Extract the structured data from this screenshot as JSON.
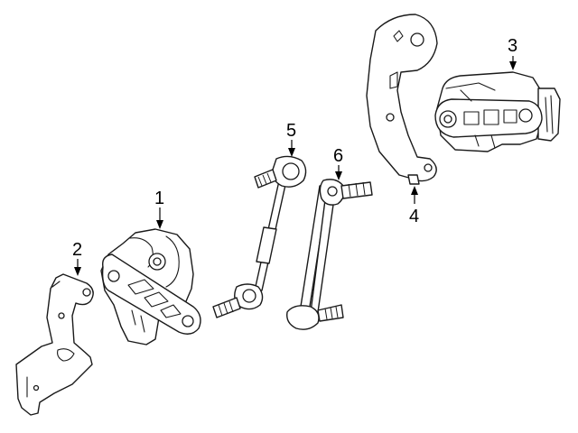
{
  "callouts": [
    {
      "id": "1",
      "label": "1"
    },
    {
      "id": "2",
      "label": "2"
    },
    {
      "id": "3",
      "label": "3"
    },
    {
      "id": "4",
      "label": "4"
    },
    {
      "id": "5",
      "label": "5"
    },
    {
      "id": "6",
      "label": "6"
    }
  ],
  "colors": {
    "line": "#1a1a1a",
    "background": "#ffffff"
  }
}
